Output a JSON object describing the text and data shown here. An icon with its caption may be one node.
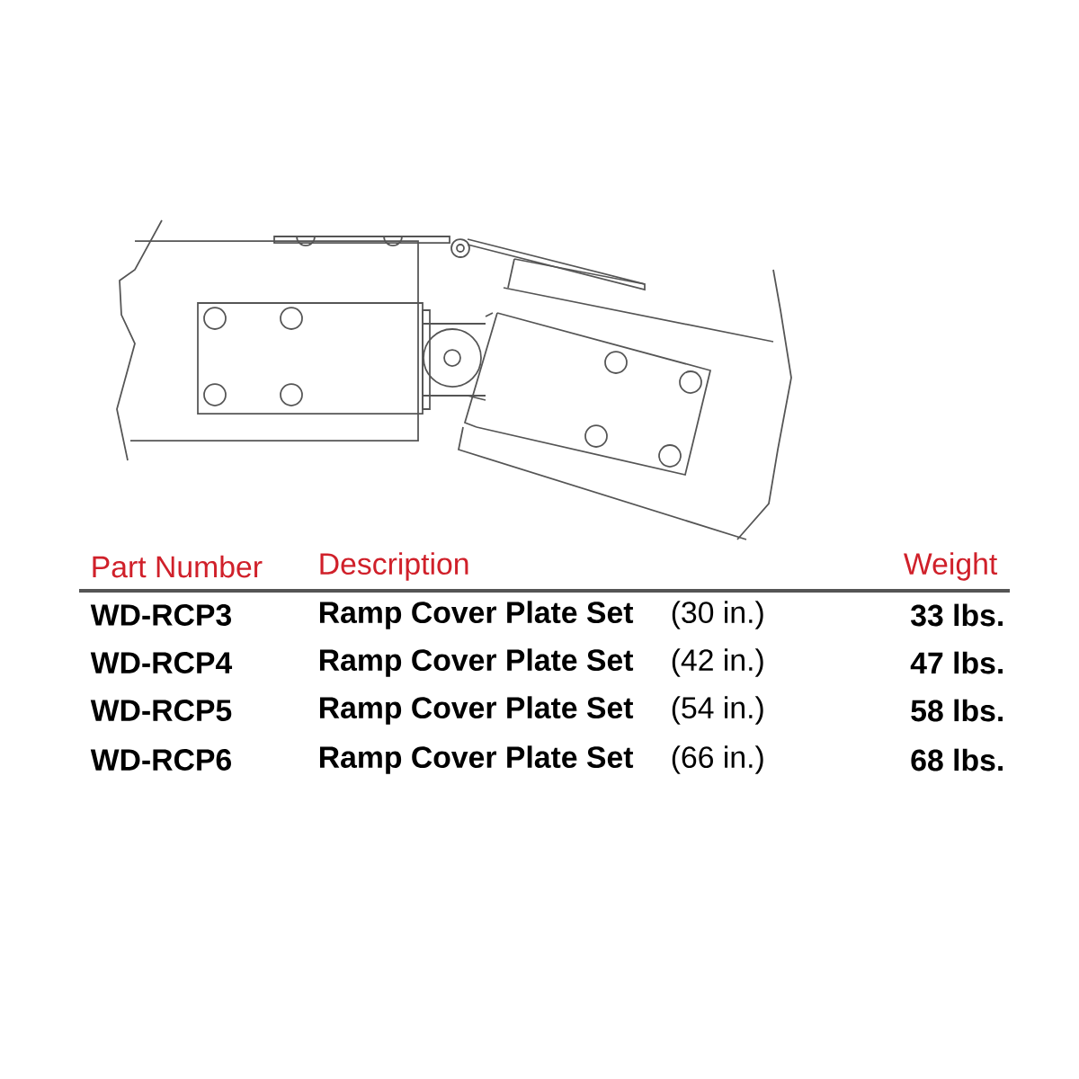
{
  "diagram": {
    "labels": [
      "Part Number",
      "Description",
      "Weight",
      "WD-RCP3",
      "Ramp Cover Plate Set",
      "(30 in.)",
      "33 lbs.",
      "WD-RCP4",
      "Ramp Cover Plate Set",
      "(42 in.)",
      "47 lbs.",
      "WD-RCP5",
      "Ramp Cover Plate Set",
      "(54 in.)",
      "58 lbs.",
      "WD-RCP6",
      "Ramp Cover Plate Set",
      "(66 in.)",
      "68 lbs."
    ]
  }
}
